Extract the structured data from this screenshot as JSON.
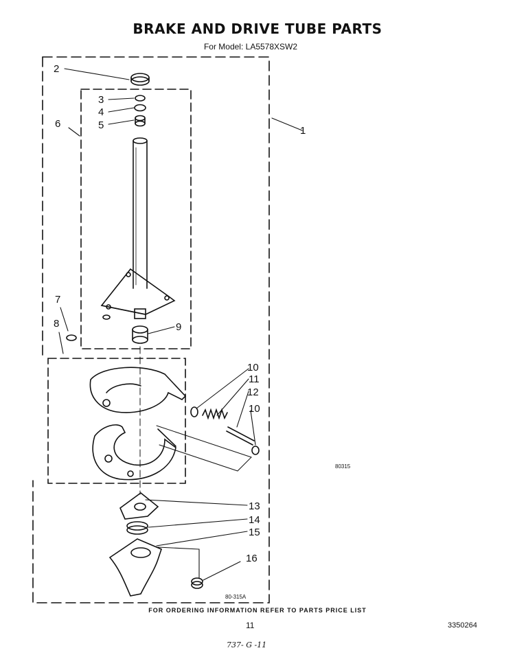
{
  "header": {
    "title": "BRAKE AND DRIVE TUBE PARTS",
    "model_line": "For Model: LA5578XSW2"
  },
  "callouts": [
    {
      "label": "1"
    },
    {
      "label": "2"
    },
    {
      "label": "3"
    },
    {
      "label": "4"
    },
    {
      "label": "5"
    },
    {
      "label": "6"
    },
    {
      "label": "7"
    },
    {
      "label": "8"
    },
    {
      "label": "9"
    },
    {
      "label": "10"
    },
    {
      "label": "11"
    },
    {
      "label": "12"
    },
    {
      "label": "10"
    },
    {
      "label": "13"
    },
    {
      "label": "14"
    },
    {
      "label": "15"
    },
    {
      "label": "16"
    }
  ],
  "figure_codes": {
    "upper": "80315",
    "lower": "80-315A"
  },
  "footer": {
    "ordering_note": "FOR ORDERING INFORMATION REFER TO PARTS PRICE LIST",
    "page_number": "11",
    "document_number": "3350264",
    "handwritten_note": "737- G -11"
  }
}
